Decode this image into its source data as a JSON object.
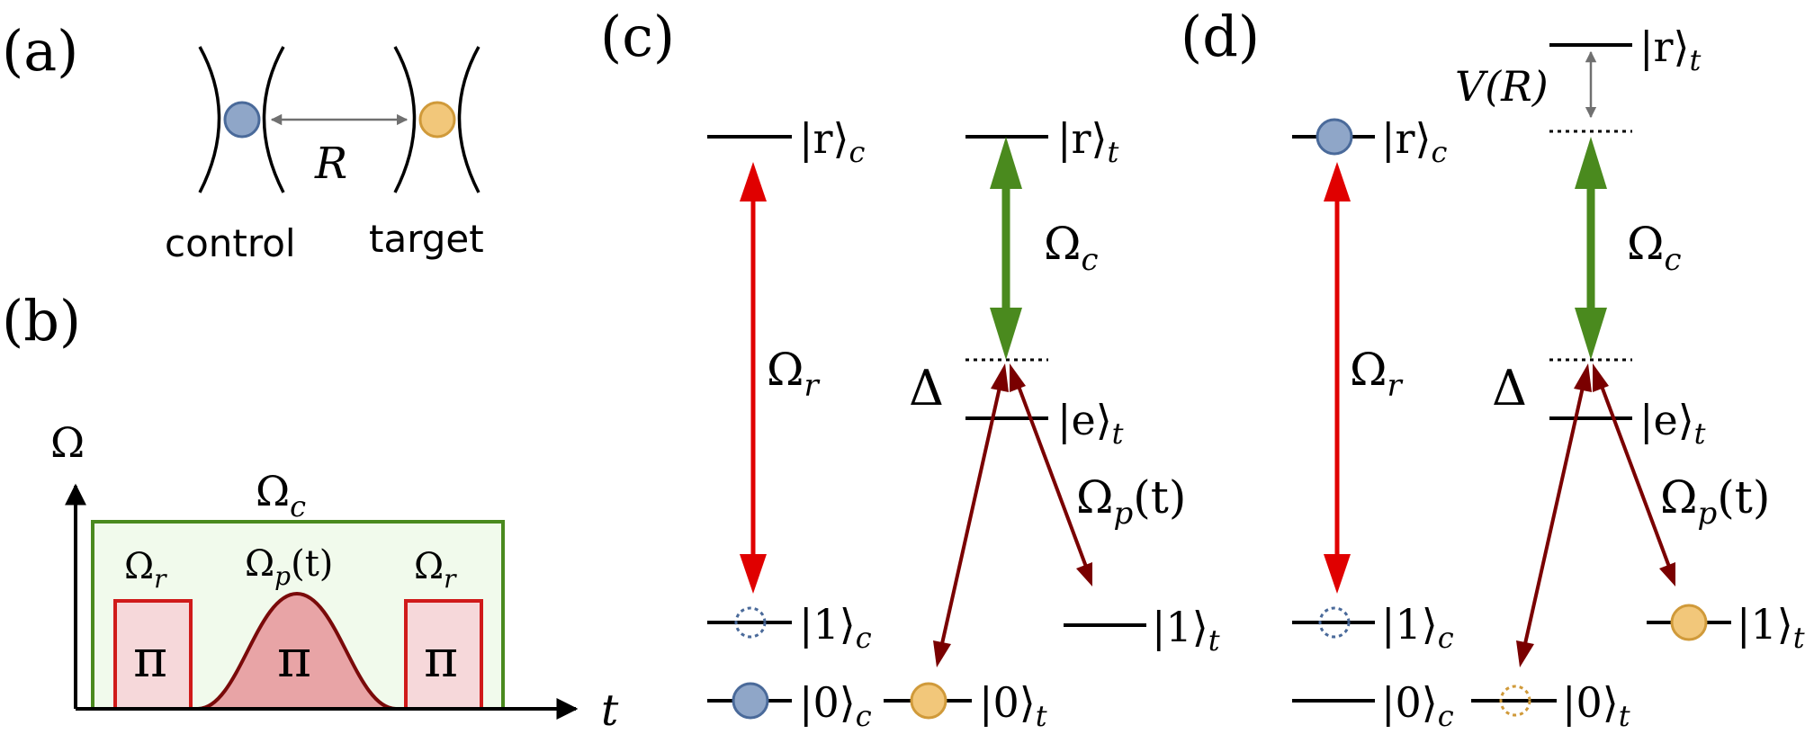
{
  "panels": {
    "a": {
      "tag": "(a)",
      "distance_label": "R",
      "control_label": "control",
      "target_label": "target"
    },
    "b": {
      "tag": "(b)",
      "y_axis": "Ω",
      "x_axis": "t",
      "coupling_label": "Ω",
      "coupling_sub": "c",
      "pulse_left_label": "Ω",
      "pulse_left_sub": "r",
      "pulse_mid_label": "Ω",
      "pulse_mid_sub": "p",
      "pulse_mid_arg": "(t)",
      "pulse_right_label": "Ω",
      "pulse_right_sub": "r",
      "pi": "π"
    },
    "c": {
      "tag": "(c)",
      "level_r_c": "|r⟩",
      "level_r_c_sub": "c",
      "level_1_c": "|1⟩",
      "level_1_c_sub": "c",
      "level_0_c": "|0⟩",
      "level_0_c_sub": "c",
      "level_r_t": "|r⟩",
      "level_r_t_sub": "t",
      "level_e_t": "|e⟩",
      "level_e_t_sub": "t",
      "level_1_t": "|1⟩",
      "level_1_t_sub": "t",
      "level_0_t": "|0⟩",
      "level_0_t_sub": "t",
      "omega_r": "Ω",
      "omega_r_sub": "r",
      "omega_c": "Ω",
      "omega_c_sub": "c",
      "omega_p": "Ω",
      "omega_p_sub": "p",
      "omega_p_arg": "(t)",
      "detuning": "Δ"
    },
    "d": {
      "tag": "(d)",
      "level_r_c": "|r⟩",
      "level_r_c_sub": "c",
      "level_1_c": "|1⟩",
      "level_1_c_sub": "c",
      "level_0_c": "|0⟩",
      "level_0_c_sub": "c",
      "level_r_t": "|r⟩",
      "level_r_t_sub": "t",
      "level_e_t": "|e⟩",
      "level_e_t_sub": "t",
      "level_1_t": "|1⟩",
      "level_1_t_sub": "t",
      "level_0_t": "|0⟩",
      "level_0_t_sub": "t",
      "interaction": "V(R)",
      "omega_r": "Ω",
      "omega_r_sub": "r",
      "omega_c": "Ω",
      "omega_c_sub": "c",
      "omega_p": "Ω",
      "omega_p_sub": "p",
      "omega_p_arg": "(t)",
      "detuning": "Δ"
    }
  },
  "colors": {
    "control_atom": "#8fa6c8",
    "control_atom_edge": "#4a6a9a",
    "target_atom": "#f2c77a",
    "target_atom_edge": "#d09a3a",
    "red_arrow": "#e00000",
    "green_arrow": "#4a8a1e",
    "dark_red_arrow": "#7a0000",
    "green_box_fill": "#f1faec",
    "green_box_edge": "#4a8a1e",
    "pink_fill": "#f6d8da",
    "red_edge": "#d01a1a",
    "gaussian_fill": "#e8a4a6",
    "gaussian_edge": "#7a0a0a"
  }
}
